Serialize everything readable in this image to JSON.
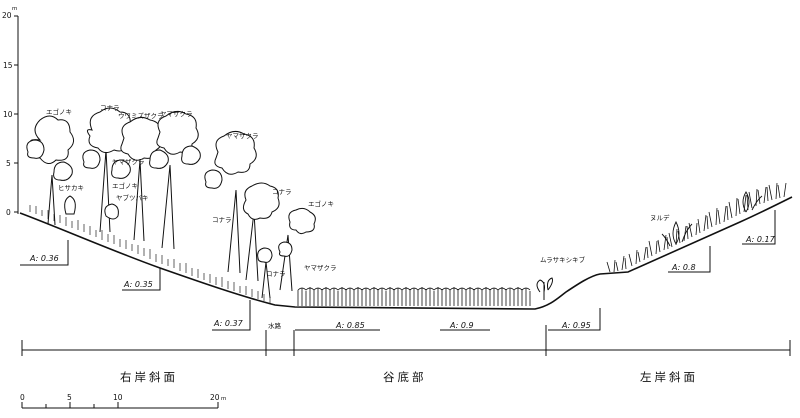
{
  "vertical_axis": {
    "unit": "m",
    "ticks": [
      "20",
      "15",
      "10",
      "5",
      "0"
    ]
  },
  "plant_labels": [
    "エゴノキ",
    "コナラ",
    "ウワミズザクラ",
    "ヤマザクラ",
    "ヤマザクラ",
    "ヤマザクラ",
    "エゴノキ",
    "ヒサカキ",
    "ヤブツバキ",
    "コナラ",
    "コナラ",
    "エゴノキ",
    "コナラ",
    "ヤマザクラ",
    "ヌルデ",
    "ムラサキシキブ"
  ],
  "gradients": {
    "a1": "A: 0.36",
    "a2": "A: 0.35",
    "a3": "A: 0.37",
    "a4": "A: 0.85",
    "a5": "A: 0.9",
    "a6": "A: 0.95",
    "a7": "A: 0.8",
    "a8": "A: 0.17"
  },
  "waterway_label": "水路",
  "sections": {
    "right_bank": "右岸斜面",
    "valley_floor": "谷底部",
    "left_bank": "左岸斜面"
  },
  "scale_bar": {
    "ticks": [
      "0",
      "5",
      "10",
      "20"
    ],
    "unit": "m"
  }
}
